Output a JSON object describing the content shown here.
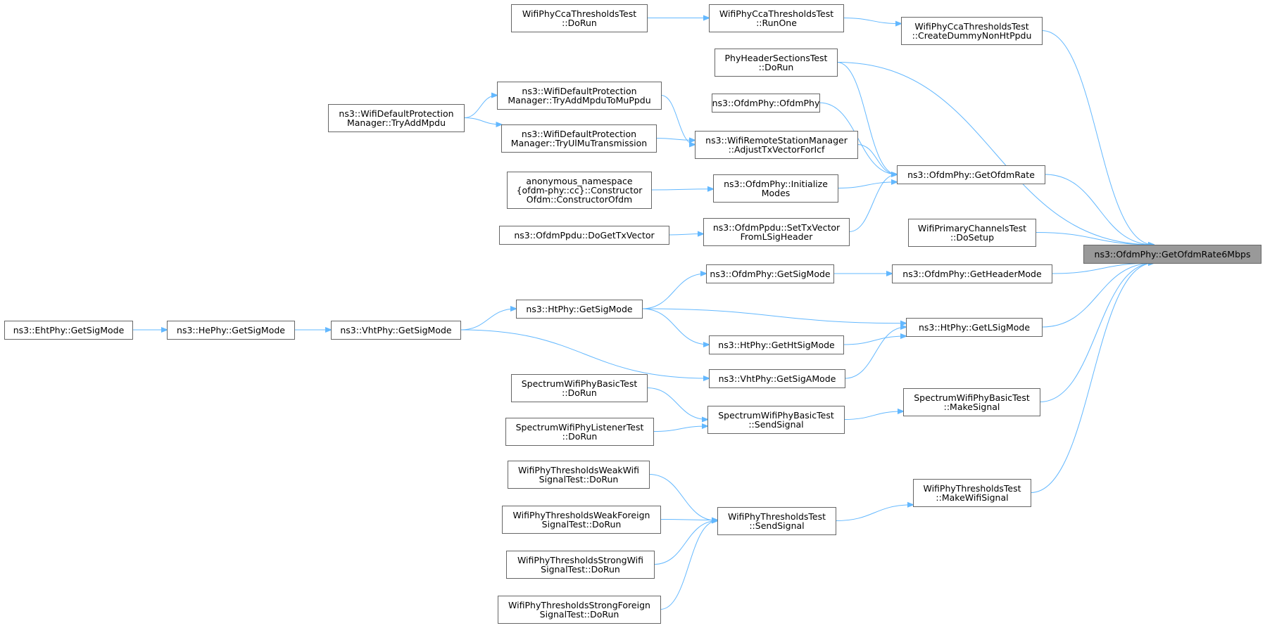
{
  "colors": {
    "edge": "#63b8ff",
    "node_border": "#666666",
    "root_fill": "#999999",
    "background": "#ffffff"
  },
  "nodes": {
    "root": {
      "lines": [
        "ns3::OfdmPhy::GetOfdmRate6Mbps"
      ]
    },
    "ccaDoRun": {
      "lines": [
        "WifiPhyCcaThresholdsTest",
        "::DoRun"
      ]
    },
    "ccaRunOne": {
      "lines": [
        "WifiPhyCcaThresholdsTest",
        "::RunOne"
      ]
    },
    "ccaCreate": {
      "lines": [
        "WifiPhyCcaThresholdsTest",
        "::CreateDummyNonHtPpdu"
      ]
    },
    "phsDoRun": {
      "lines": [
        "PhyHeaderSectionsTest",
        "::DoRun"
      ]
    },
    "ofdmCtor": {
      "lines": [
        "ns3::OfdmPhy::OfdmPhy"
      ]
    },
    "tryAddMpdu": {
      "lines": [
        "ns3::WifiDefaultProtection",
        "Manager::TryAddMpdu"
      ]
    },
    "tryAddMu": {
      "lines": [
        "ns3::WifiDefaultProtection",
        "Manager::TryAddMpduToMuPpdu"
      ]
    },
    "tryUlMu": {
      "lines": [
        "ns3::WifiDefaultProtection",
        "Manager::TryUlMuTransmission"
      ]
    },
    "adjust": {
      "lines": [
        "ns3::WifiRemoteStationManager",
        "::AdjustTxVectorForIcf"
      ]
    },
    "getRate": {
      "lines": [
        "ns3::OfdmPhy::GetOfdmRate"
      ]
    },
    "anonCtor": {
      "lines": [
        "anonymous_namespace",
        "{ofdm-phy::cc}::Constructor",
        "Ofdm::ConstructorOfdm"
      ]
    },
    "initModes": {
      "lines": [
        "ns3::OfdmPhy::Initialize",
        "Modes"
      ]
    },
    "doGetTx": {
      "lines": [
        "ns3::OfdmPpdu::DoGetTxVector"
      ]
    },
    "setTx": {
      "lines": [
        "ns3::OfdmPpdu::SetTxVector",
        "FromLSigHeader"
      ]
    },
    "primary": {
      "lines": [
        "WifiPrimaryChannelsTest",
        "::DoSetup"
      ]
    },
    "ofdmSig": {
      "lines": [
        "ns3::OfdmPhy::GetSigMode"
      ]
    },
    "headerMode": {
      "lines": [
        "ns3::OfdmPhy::GetHeaderMode"
      ]
    },
    "htSig": {
      "lines": [
        "ns3::HtPhy::GetSigMode"
      ]
    },
    "ehtSig": {
      "lines": [
        "ns3::EhtPhy::GetSigMode"
      ]
    },
    "heSig": {
      "lines": [
        "ns3::HePhy::GetSigMode"
      ]
    },
    "vhtSig": {
      "lines": [
        "ns3::VhtPhy::GetSigMode"
      ]
    },
    "htHtSig": {
      "lines": [
        "ns3::HtPhy::GetHtSigMode"
      ]
    },
    "lsig": {
      "lines": [
        "ns3::HtPhy::GetLSigMode"
      ]
    },
    "vhtSigA": {
      "lines": [
        "ns3::VhtPhy::GetSigAMode"
      ]
    },
    "swBasicRun": {
      "lines": [
        "SpectrumWifiPhyBasicTest",
        "::DoRun"
      ]
    },
    "swSend": {
      "lines": [
        "SpectrumWifiPhyBasicTest",
        "::SendSignal"
      ]
    },
    "swMake": {
      "lines": [
        "SpectrumWifiPhyBasicTest",
        "::MakeSignal"
      ]
    },
    "swListen": {
      "lines": [
        "SpectrumWifiPhyListenerTest",
        "::DoRun"
      ]
    },
    "wtWeakWifi": {
      "lines": [
        "WifiPhyThresholdsWeakWifi",
        "SignalTest::DoRun"
      ]
    },
    "wtSend": {
      "lines": [
        "WifiPhyThresholdsTest",
        "::SendSignal"
      ]
    },
    "wtMake": {
      "lines": [
        "WifiPhyThresholdsTest",
        "::MakeWifiSignal"
      ]
    },
    "wtWeakFor": {
      "lines": [
        "WifiPhyThresholdsWeakForeign",
        "SignalTest::DoRun"
      ]
    },
    "wtStrWifi": {
      "lines": [
        "WifiPhyThresholdsStrongWifi",
        "SignalTest::DoRun"
      ]
    },
    "wtStrFor": {
      "lines": [
        "WifiPhyThresholdsStrongForeign",
        "SignalTest::DoRun"
      ]
    }
  }
}
